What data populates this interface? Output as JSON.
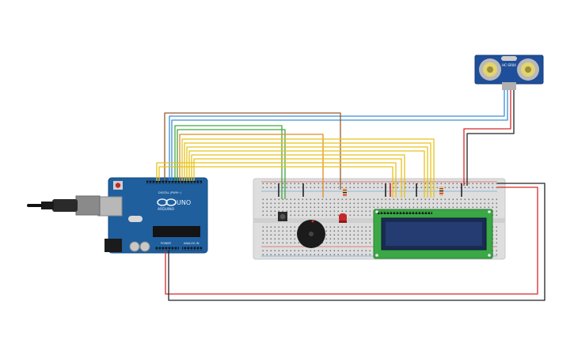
{
  "arduino": {
    "brand": "UNO",
    "logo_text": "ARDUINO",
    "power_label": "POWER",
    "analog_label": "ANALOG IN",
    "digital_label": "DIGITAL (PWM~)"
  },
  "sensor": {
    "model": "HC-SR04"
  },
  "colors": {
    "board": "#1f5f9e",
    "board_edge": "#134a80",
    "breadboard": "#dcdcdc",
    "lcd_pcb": "#3aa845",
    "lcd_screen": "#1a2b52",
    "wire_red": "#d62828",
    "wire_black": "#222222",
    "wire_blue": "#3a8fd6",
    "wire_green": "#43a643",
    "wire_yellow": "#e6c21a",
    "wire_orange": "#e08a1e",
    "wire_brown": "#9a5a2b"
  },
  "icons": [
    "usb-cable-icon",
    "buzzer-icon",
    "led-icon",
    "pushbutton-icon",
    "resistor-icon",
    "ultrasonic-sensor-icon",
    "lcd-display-icon"
  ]
}
